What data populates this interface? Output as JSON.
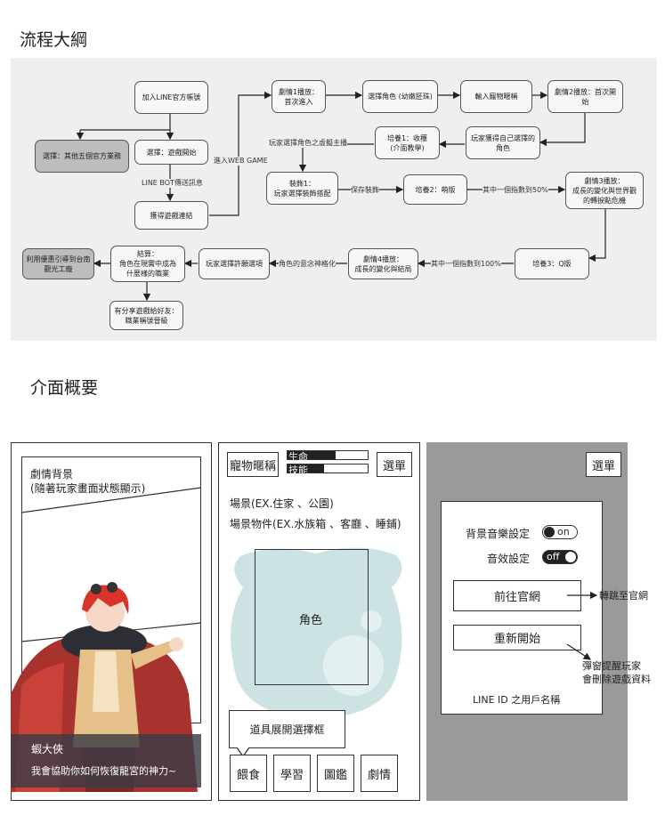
{
  "section_titles": {
    "flow": "流程大綱",
    "ui": "介面概要"
  },
  "nodes": {
    "join_line": "加入LINE官方帳號",
    "other_five": "選擇：其他五個官方業務",
    "game_start": "選擇：遊戲開始",
    "get_link": "獲得遊戲連結",
    "story1": "劇情1播放：首次進入",
    "choose_char": "選擇角色 (幼嫩胚珠)",
    "input_name": "輸入寵物暱稱",
    "story2": "劇情2播放：首次開始",
    "train1_l1": "培養1：收穫",
    "train1_l2": "(介面教學)",
    "player_get_l1": "玩家獲得自己選擇的",
    "player_get_l2": "角色",
    "equip_l1": "裝飾1：",
    "equip_l2": "玩家選擇裝飾搭配",
    "train2": "培養2：萌版",
    "story3_l1": "劇情3播放：",
    "story3_l2": "成長的變化與世界觀",
    "story3_l3": "的轉捩點危機",
    "train3": "培養3：Q版",
    "story4_l1": "劇情4播放：",
    "story4_l2": "成長的變化與結局",
    "choose_title": "玩家選擇許願選項",
    "ending_l1": "結算：",
    "ending_l2": "角色在現實中成為",
    "ending_l3": "什麼樣的職業",
    "coupon_l1": "利用優惠引導到台南",
    "coupon_l2": "觀光工廠",
    "share_l1": "有分享遊戲給好友：",
    "share_l2": "職業稱號晉級"
  },
  "edge_labels": {
    "web_game": "進入WEB GAME",
    "line_bot": "LINE BOT傳送訊息",
    "virtual_owner": "玩家選擇角色之虛擬主播",
    "save_equip": "保存裝飾",
    "idx50": "其中一個指數到50%",
    "idx100": "其中一個指數到100%",
    "deify": "角色的意念神格化"
  },
  "screen1": {
    "story_bg_l1": "劇情背景",
    "story_bg_l2": "(隨著玩家畫面狀態顯示)",
    "speaker": "蝦大俠",
    "dialog": "我會協助你如何恢復龍宮的神力~"
  },
  "screen2": {
    "pet_name": "寵物暱稱",
    "hp_label": "生命",
    "skill_label": "技能",
    "hp_value": 0.6,
    "skill_value": 0.45,
    "menu": "選單",
    "scene": "場景(EX.住家 、公園)",
    "objects": "場景物件(EX.水族箱 、客廳 、睡鋪)",
    "character": "角色",
    "item_box": "道具展開選擇框",
    "buttons": [
      "餵食",
      "學習",
      "圖鑑",
      "劇情"
    ]
  },
  "screen3": {
    "menu": "選單",
    "bgm": "背景音樂設定",
    "bgm_state": "on",
    "sfx": "音效設定",
    "sfx_state": "off",
    "official_site": "前往官網",
    "jump_site": "轉跳至官網",
    "restart": "重新開始",
    "popup_l1": "彈窗提醒玩家",
    "popup_l2": "會刪除遊戲資料",
    "line_id": "LINE ID 之用戶名稱"
  },
  "colors": {
    "water": "#cde3e3",
    "dark_panel": "#9a9a9a",
    "flow_bg": "#efefef"
  }
}
